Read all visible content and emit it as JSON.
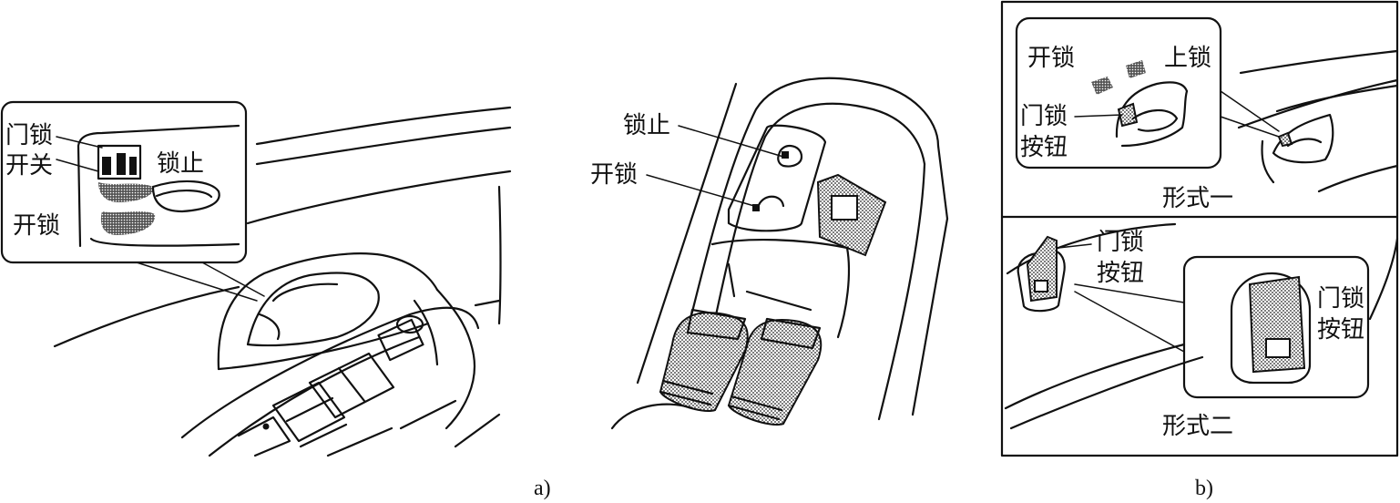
{
  "panel_a": {
    "caption": "a)",
    "inset_labels": {
      "door_lock_switch_line1": "门锁",
      "door_lock_switch_line2": "开关",
      "lock": "锁止",
      "unlock": "开锁"
    },
    "console_labels": {
      "lock": "锁止",
      "unlock": "开锁"
    }
  },
  "panel_b": {
    "caption": "b)",
    "form_one": {
      "title": "形式一",
      "unlock": "开锁",
      "lock": "上锁",
      "button_line1": "门锁",
      "button_line2": "按钮"
    },
    "form_two": {
      "title": "形式二",
      "button_line1": "门锁",
      "button_line2": "按钮",
      "zoom_line1": "门锁",
      "zoom_line2": "按钮"
    }
  }
}
